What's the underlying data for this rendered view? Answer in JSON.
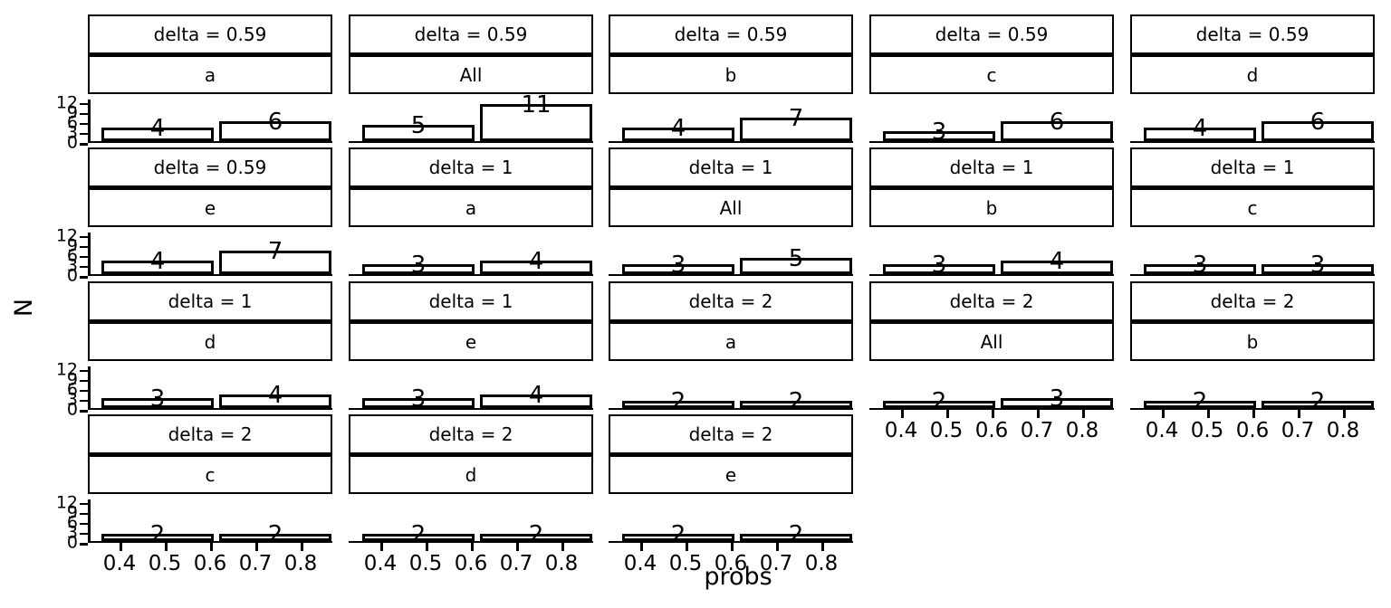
{
  "chart_data": {
    "type": "bar",
    "title": "",
    "xlabel": "probs",
    "ylabel": "N",
    "xlim": [
      0.33,
      0.87
    ],
    "ylim": [
      0,
      13
    ],
    "xticks": [
      "0.4",
      "0.5",
      "0.6",
      "0.7",
      "0.8"
    ],
    "xtick_values": [
      0.4,
      0.5,
      0.6,
      0.7,
      0.8
    ],
    "yticks": [
      "12",
      "9",
      "6",
      "3",
      "0"
    ],
    "ytick_values": [
      12,
      9,
      6,
      3,
      0
    ],
    "grid": false,
    "legend": "none",
    "facet_row_var": "delta",
    "facet_col_var": "group",
    "bin_edges": [
      0.36,
      0.62,
      0.88
    ],
    "panels": [
      {
        "delta_title": "delta = 0.59",
        "group_title": "a",
        "values": [
          4,
          6
        ],
        "bar_labels": [
          "4",
          "6"
        ]
      },
      {
        "delta_title": "delta = 0.59",
        "group_title": "All",
        "values": [
          5,
          11
        ],
        "bar_labels": [
          "5",
          "11"
        ]
      },
      {
        "delta_title": "delta = 0.59",
        "group_title": "b",
        "values": [
          4,
          7
        ],
        "bar_labels": [
          "4",
          "7"
        ]
      },
      {
        "delta_title": "delta = 0.59",
        "group_title": "c",
        "values": [
          3,
          6
        ],
        "bar_labels": [
          "3",
          "6"
        ]
      },
      {
        "delta_title": "delta = 0.59",
        "group_title": "d",
        "values": [
          4,
          6
        ],
        "bar_labels": [
          "4",
          "6"
        ]
      },
      {
        "delta_title": "delta = 0.59",
        "group_title": "e",
        "values": [
          4,
          7
        ],
        "bar_labels": [
          "4",
          "7"
        ]
      },
      {
        "delta_title": "delta = 1",
        "group_title": "a",
        "values": [
          3,
          4
        ],
        "bar_labels": [
          "3",
          "4"
        ]
      },
      {
        "delta_title": "delta = 1",
        "group_title": "All",
        "values": [
          3,
          5
        ],
        "bar_labels": [
          "3",
          "5"
        ]
      },
      {
        "delta_title": "delta = 1",
        "group_title": "b",
        "values": [
          3,
          4
        ],
        "bar_labels": [
          "3",
          "4"
        ]
      },
      {
        "delta_title": "delta = 1",
        "group_title": "c",
        "values": [
          3,
          3
        ],
        "bar_labels": [
          "3",
          "3"
        ]
      },
      {
        "delta_title": "delta = 1",
        "group_title": "d",
        "values": [
          3,
          4
        ],
        "bar_labels": [
          "3",
          "4"
        ]
      },
      {
        "delta_title": "delta = 1",
        "group_title": "e",
        "values": [
          3,
          4
        ],
        "bar_labels": [
          "3",
          "4"
        ]
      },
      {
        "delta_title": "delta = 2",
        "group_title": "a",
        "values": [
          2,
          2
        ],
        "bar_labels": [
          "2",
          "2"
        ]
      },
      {
        "delta_title": "delta = 2",
        "group_title": "All",
        "values": [
          2,
          3
        ],
        "bar_labels": [
          "2",
          "3"
        ]
      },
      {
        "delta_title": "delta = 2",
        "group_title": "b",
        "values": [
          2,
          2
        ],
        "bar_labels": [
          "2",
          "2"
        ]
      },
      {
        "delta_title": "delta = 2",
        "group_title": "c",
        "values": [
          2,
          2
        ],
        "bar_labels": [
          "2",
          "2"
        ]
      },
      {
        "delta_title": "delta = 2",
        "group_title": "d",
        "values": [
          2,
          2
        ],
        "bar_labels": [
          "2",
          "2"
        ]
      },
      {
        "delta_title": "delta = 2",
        "group_title": "e",
        "values": [
          2,
          2
        ],
        "bar_labels": [
          "2",
          "2"
        ]
      }
    ],
    "layout": {
      "rows": 4,
      "cols": 5,
      "panels_per_row": [
        5,
        5,
        5,
        3
      ],
      "show_yaxis_col": 0,
      "show_xaxis_panels": [
        13,
        14,
        15,
        16,
        17
      ]
    },
    "colors": {
      "bar_face": "#ffffff",
      "bar_edge": "#000000",
      "text": "#000000",
      "background": "#ffffff"
    }
  }
}
